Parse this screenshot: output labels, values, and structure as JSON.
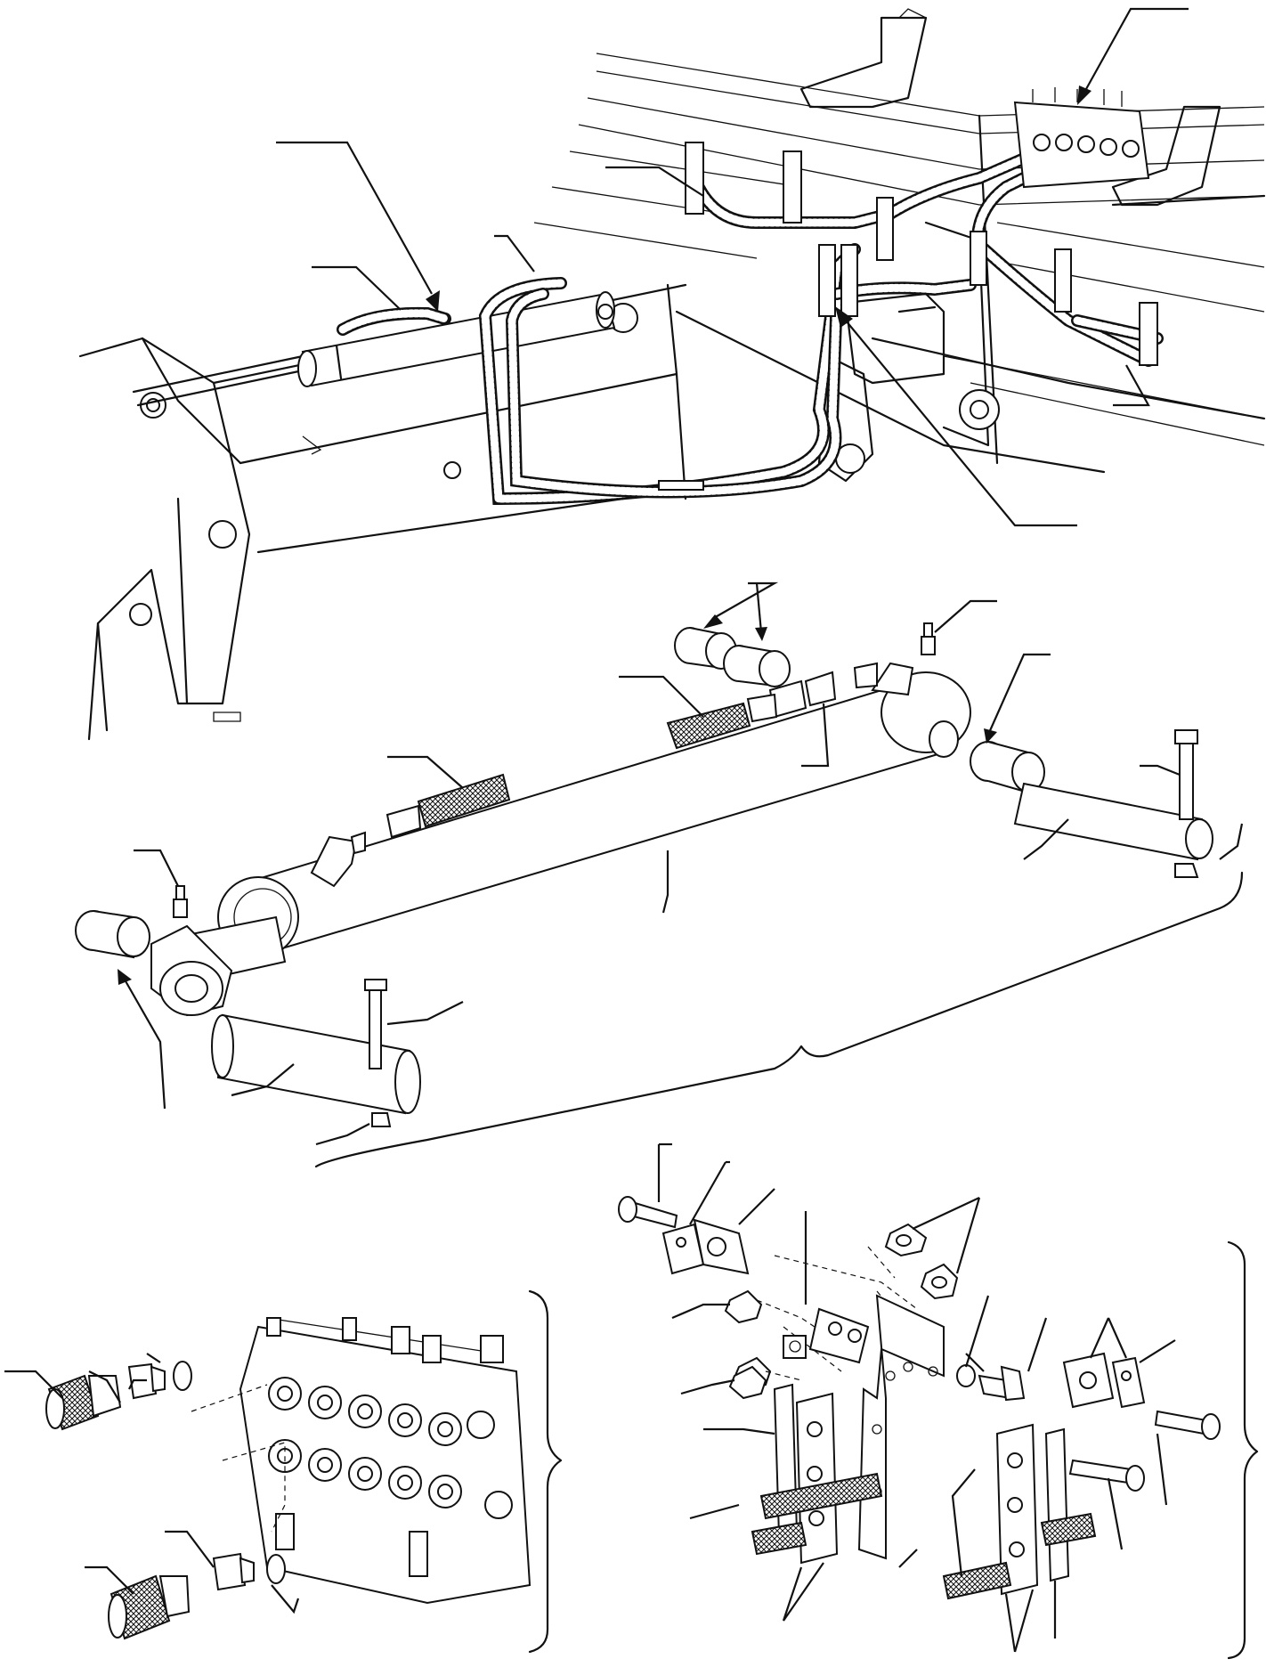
{
  "figure": {
    "title": "",
    "part_labels": [],
    "sections": [
      "boom-assembly",
      "lift-cylinder-exploded",
      "control-valve-fittings",
      "hose-clamp-brackets"
    ]
  }
}
